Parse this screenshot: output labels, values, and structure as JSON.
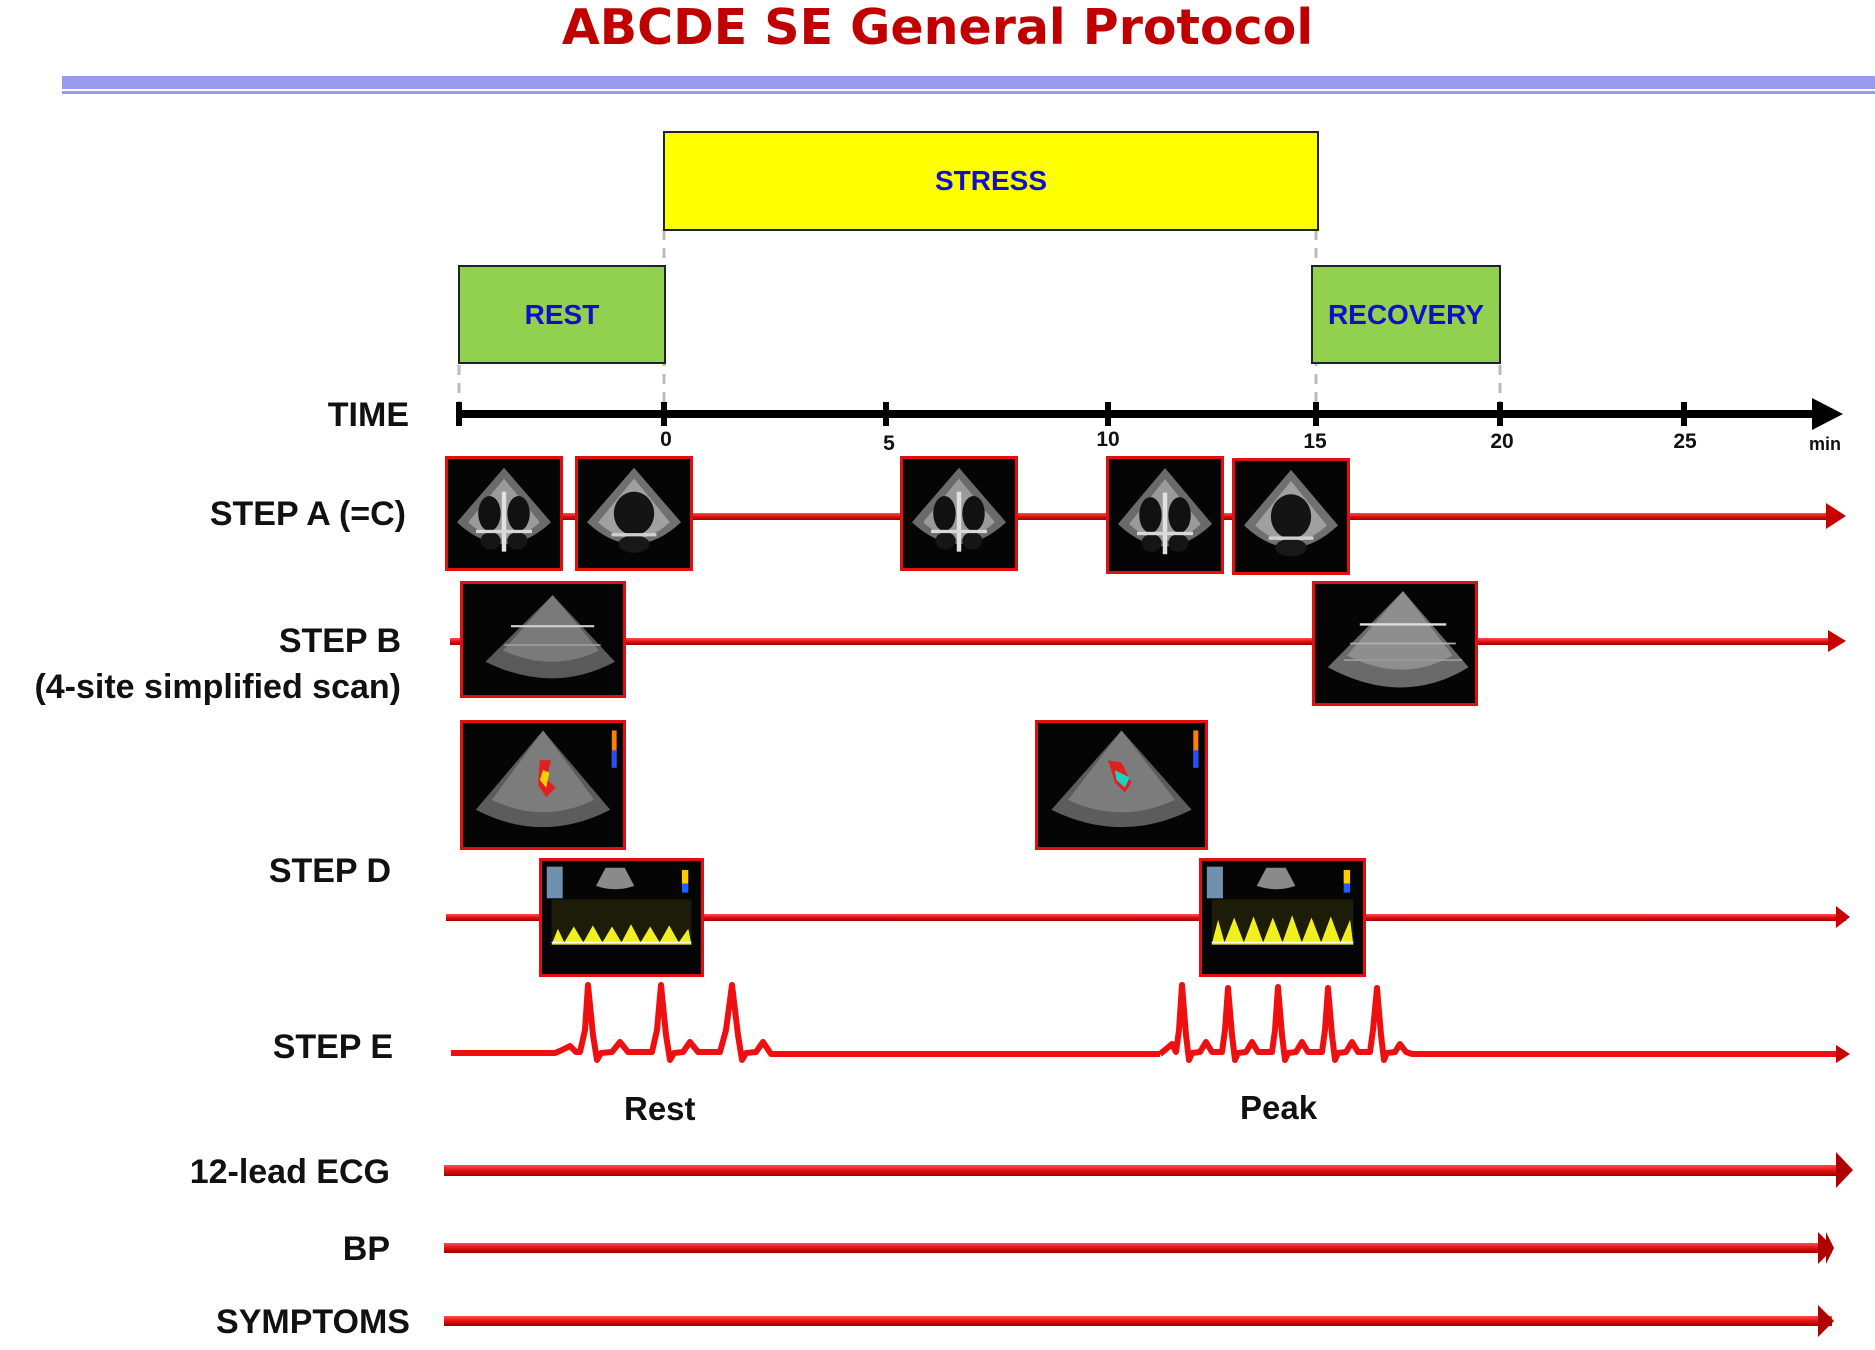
{
  "title": "ABCDE SE General Protocol",
  "phases": {
    "stress": "STRESS",
    "rest": "REST",
    "recovery": "RECOVERY"
  },
  "time_axis": {
    "label": "TIME",
    "unit": "min",
    "ticks": [
      "0",
      "5",
      "10",
      "15",
      "20",
      "25"
    ]
  },
  "rows": {
    "step_a": "STEP A (=C)",
    "step_b_line1": "STEP B",
    "step_b_line2": "(4-site simplified scan)",
    "step_d": "STEP D",
    "step_e": "STEP E",
    "ecg12": "12-lead ECG",
    "bp": "BP",
    "symptoms": "SYMPTOMS"
  },
  "step_e_labels": {
    "rest": "Rest",
    "peak": "Peak"
  },
  "colors": {
    "title": "#c00000",
    "rule": "#9999ee",
    "stress_fill": "#ffff00",
    "rest_fill": "#92d050",
    "recovery_fill": "#92d050",
    "phase_text": "#1010cc",
    "timeline_red": "#e01010",
    "axis": "#000000"
  },
  "thumbnails": {
    "step_a": "apical-4-chamber-echo-image",
    "step_b": "lung-ultrasound-image",
    "step_d_color": "color-doppler-image",
    "step_d_pw": "pulsed-wave-doppler-image"
  }
}
